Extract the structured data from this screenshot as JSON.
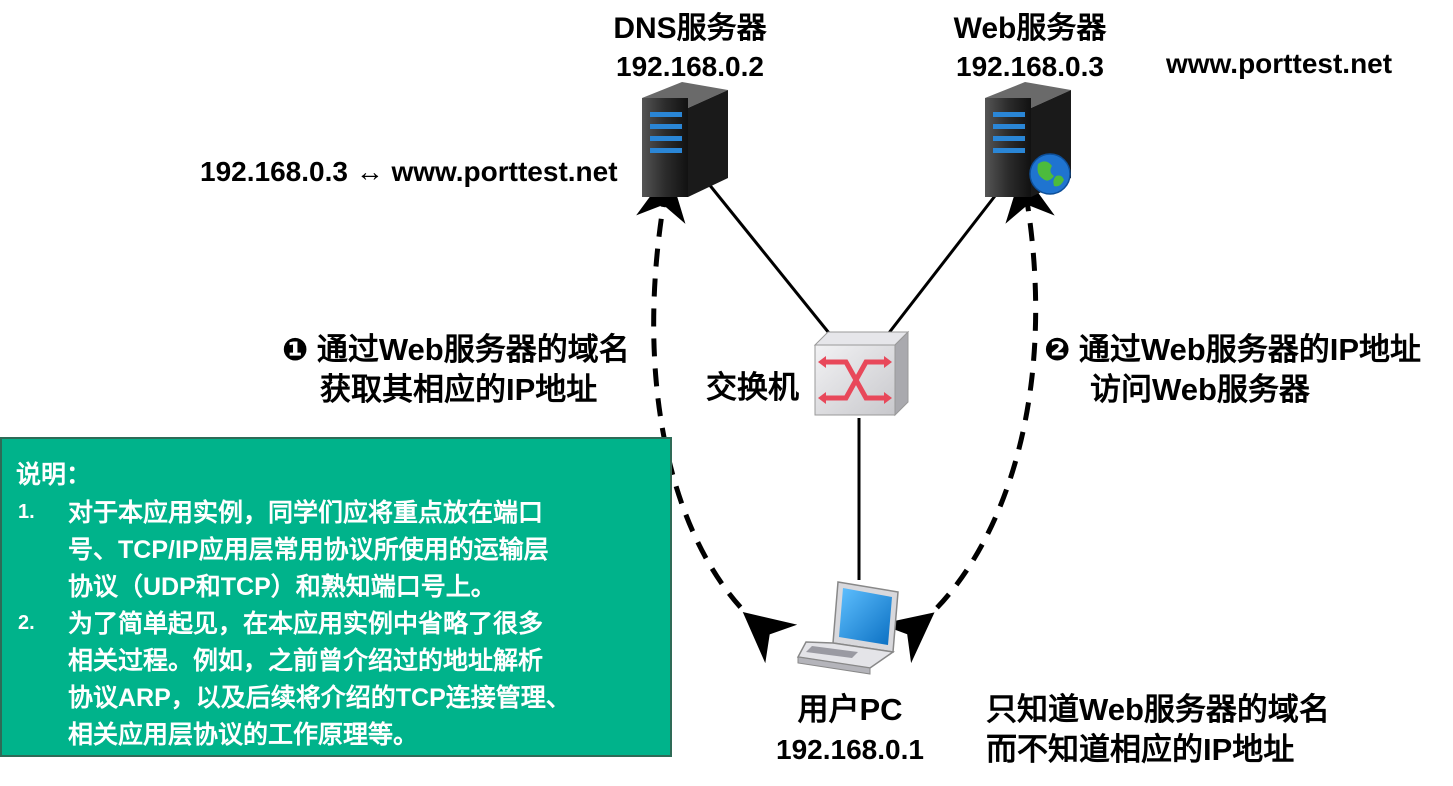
{
  "dns_server": {
    "name": "DNS服务器",
    "ip": "192.168.0.2"
  },
  "web_server": {
    "name": "Web服务器",
    "ip": "192.168.0.3",
    "domain": "www.porttest.net"
  },
  "dns_record": "192.168.0.3 ↔ www.porttest.net",
  "switch": {
    "name": "交换机"
  },
  "pc": {
    "name": "用户PC",
    "ip": "192.168.0.1"
  },
  "step1": {
    "line1": "❶ 通过Web服务器的域名",
    "line2": "获取其相应的IP地址"
  },
  "step2": {
    "line1": "❷ 通过Web服务器的IP地址",
    "line2": "访问Web服务器"
  },
  "pc_note": {
    "line1": "只知道Web服务器的域名",
    "line2": "而不知道相应的IP地址"
  },
  "note": {
    "title": "说明：",
    "items": [
      {
        "num": "1.",
        "line1": "对于本应用实例，同学们应将重点放在端口",
        "line2": "号、TCP/IP应用层常用协议所使用的运输层",
        "line3": "协议（UDP和TCP）和熟知端口号上。"
      },
      {
        "num": "2.",
        "line1": "为了简单起见，在本应用实例中省略了很多",
        "line2": "相关过程。例如，之前曾介绍过的地址解析",
        "line3": "协议ARP，以及后续将介绍的TCP连接管理、",
        "line4": "相关应用层协议的工作原理等。"
      }
    ]
  },
  "colors": {
    "note_bg": "#00b38b",
    "switch_arrow": "#e8485a",
    "screen": "#1e8fdc"
  }
}
